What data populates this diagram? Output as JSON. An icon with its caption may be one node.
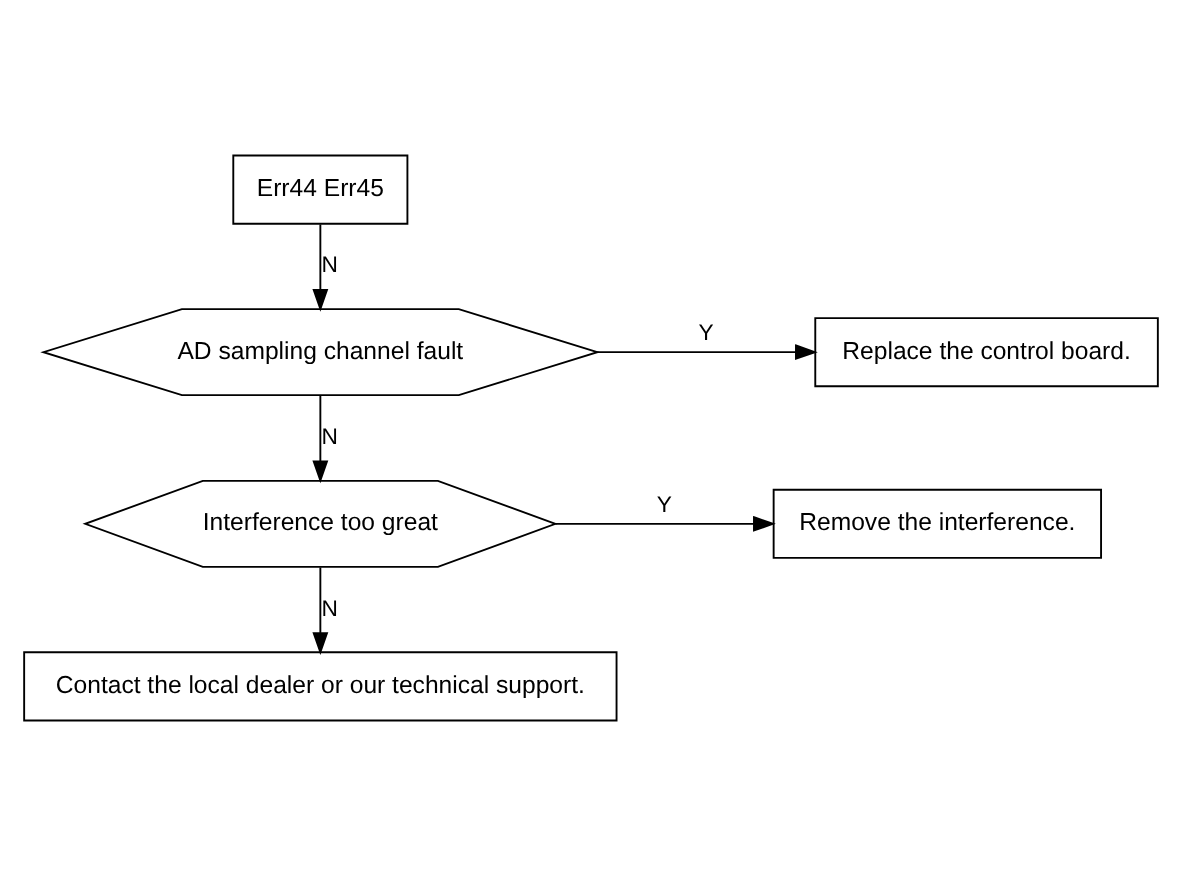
{
  "diagram": {
    "nodes": [
      {
        "text": [
          "Err44 Err45"
        ]
      },
      {
        "text": [
          "AD sampling channel fault"
        ]
      },
      {
        "text": [
          "Replace the control board."
        ]
      },
      {
        "text": [
          "Interference too great"
        ]
      },
      {
        "text": [
          "Remove the interference."
        ]
      },
      {
        "text": [
          "Contact the local dealer or our technical support."
        ]
      }
    ],
    "edges": [
      {
        "from": 0,
        "to": 1,
        "arrow": "to",
        "label": "N"
      },
      {
        "from": 1,
        "to": 2,
        "arrow": "to",
        "label": "Y"
      },
      {
        "from": 1,
        "to": 3,
        "arrow": "to",
        "label": "N"
      },
      {
        "from": 3,
        "to": 4,
        "arrow": "to",
        "label": "Y"
      },
      {
        "from": 3,
        "to": 5,
        "arrow": "to",
        "label": "N"
      }
    ]
  }
}
